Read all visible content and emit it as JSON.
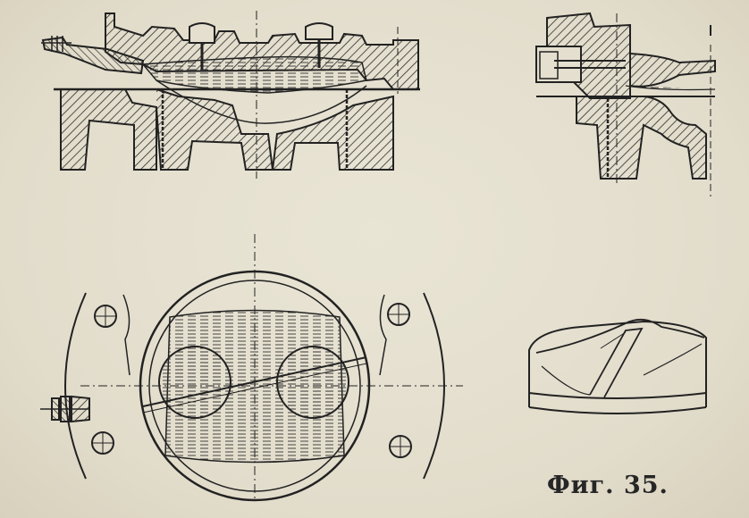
{
  "figure": {
    "caption": "Фиг. 35.",
    "ink_color": "#2a2a2a",
    "paper_color": "#e4dfce"
  },
  "panels": [
    {
      "name": "top-left-section"
    },
    {
      "name": "top-right-section"
    },
    {
      "name": "bottom-left-plan-view"
    },
    {
      "name": "bottom-right-piston-sketch"
    }
  ]
}
